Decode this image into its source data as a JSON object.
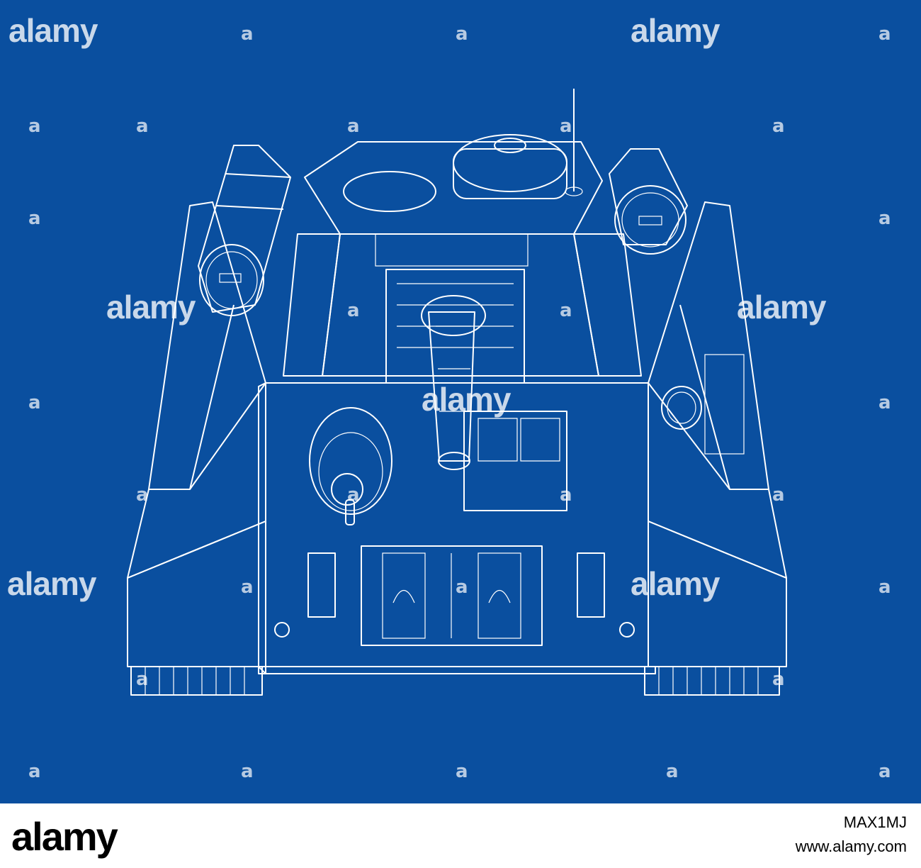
{
  "watermark": {
    "brand": "alamy",
    "mark": "a"
  },
  "footer": {
    "logo": "alamy",
    "image_id": "MAX1MJ",
    "site": "www.alamy.com"
  },
  "colors": {
    "background": "#0a4f9f",
    "line": "#ffffff"
  }
}
